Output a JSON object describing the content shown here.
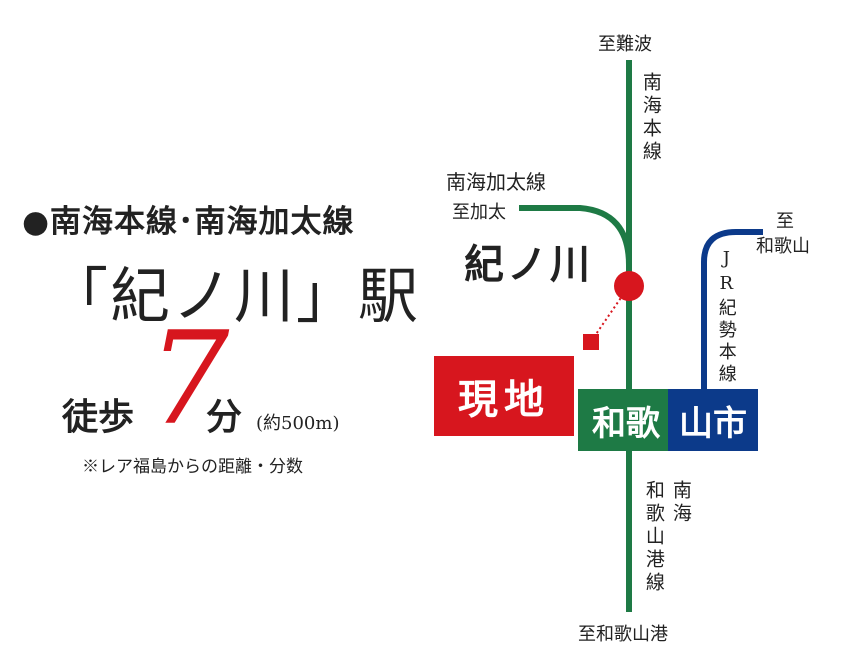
{
  "left_panel": {
    "headline": "●南海本線･南海加太線",
    "station_name": "「紀ノ川」駅",
    "walk_label": "徒歩",
    "walk_minutes": "7",
    "walk_unit": "分",
    "walk_distance": "(約500m)",
    "note": "※レア福島からの距離・分数"
  },
  "map": {
    "to_namba": "至難波",
    "nankai_main_line": "南海本線",
    "kada_line": "南海加太線",
    "to_kada": "至加太",
    "kinokawa": "紀ノ川",
    "to_wakayama_1": "至",
    "to_wakayama_2": "和歌山",
    "jr_line": "JR紀勢本線",
    "genchi": "現地",
    "wakayama_shi_1": "和歌",
    "wakayama_shi_2": "山市",
    "port_line_1": "南海",
    "port_line_2": "和歌山港線",
    "to_port": "至和歌山港",
    "colors": {
      "nankai": "#1e7a45",
      "jr": "#0c3a8a",
      "site": "#d7161e"
    }
  }
}
